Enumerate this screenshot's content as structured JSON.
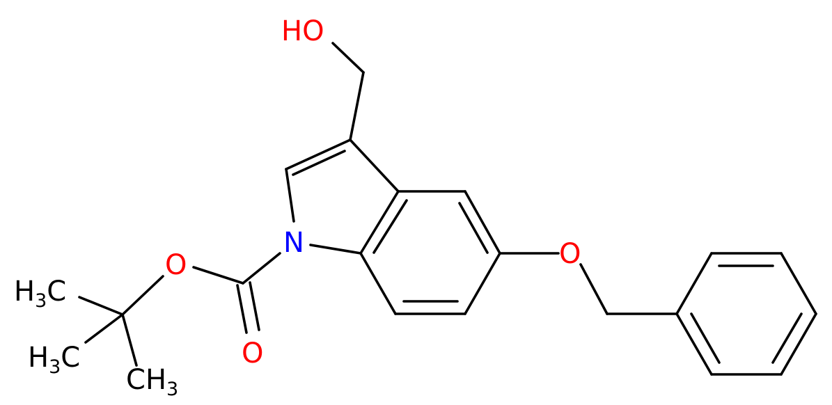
{
  "colors": {
    "bond": "#000000",
    "carbon_label": "#000000",
    "oxygen": "#ff0000",
    "nitrogen": "#0000ff"
  },
  "labels": {
    "hydroxyl": "HO",
    "ring_nitrogen": "N",
    "ether_oxygen": "O",
    "ester_oxygen": "O",
    "carbonyl_oxygen": "O",
    "methyl_c": "C",
    "methyl_h": "H",
    "methyl_sub": "3"
  }
}
